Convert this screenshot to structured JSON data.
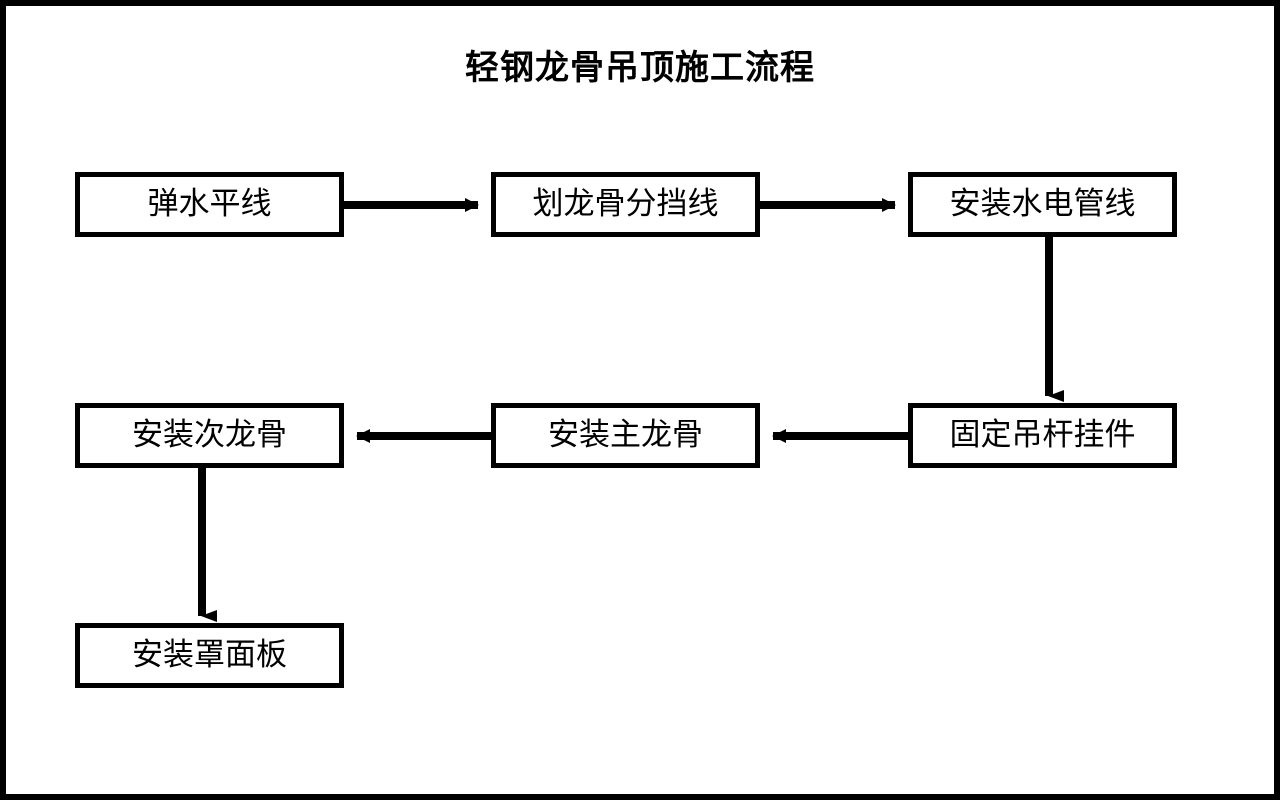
{
  "page": {
    "title": "轻钢龙骨吊顶施工流程",
    "background_color": "#ffffff",
    "border_color": "#000000",
    "line_color": "#000000"
  },
  "chart_data": {
    "type": "diagram",
    "diagram_type": "flowchart",
    "title": "轻钢龙骨吊顶施工流程",
    "orientation": "serpentine-horizontal",
    "node_count": 7,
    "nodes": [
      {
        "id": "n1",
        "label": "弹水平线",
        "row": 1,
        "col": 1
      },
      {
        "id": "n2",
        "label": "划龙骨分挡线",
        "row": 1,
        "col": 2
      },
      {
        "id": "n3",
        "label": "安装水电管线",
        "row": 1,
        "col": 3
      },
      {
        "id": "n4",
        "label": "固定吊杆挂件",
        "row": 2,
        "col": 3
      },
      {
        "id": "n5",
        "label": "安装主龙骨",
        "row": 2,
        "col": 2
      },
      {
        "id": "n6",
        "label": "安装次龙骨",
        "row": 2,
        "col": 1
      },
      {
        "id": "n7",
        "label": "安装罩面板",
        "row": 3,
        "col": 1
      }
    ],
    "edges": [
      {
        "from": "n1",
        "to": "n2",
        "direction": "right"
      },
      {
        "from": "n2",
        "to": "n3",
        "direction": "right"
      },
      {
        "from": "n3",
        "to": "n4",
        "direction": "down"
      },
      {
        "from": "n4",
        "to": "n5",
        "direction": "left"
      },
      {
        "from": "n5",
        "to": "n6",
        "direction": "left"
      },
      {
        "from": "n6",
        "to": "n7",
        "direction": "down"
      }
    ]
  }
}
